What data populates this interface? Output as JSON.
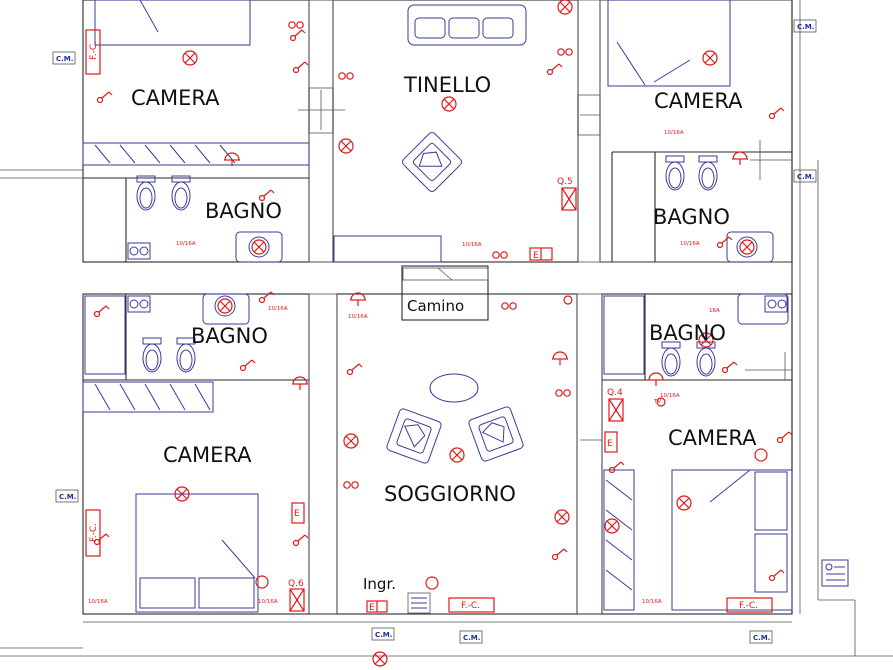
{
  "rooms": {
    "camera_top_left": "CAMERA",
    "tinello": "TINELLO",
    "camera_top_right": "CAMERA",
    "bagno_top_left": "BAGNO",
    "bagno_top_right": "BAGNO",
    "camino": "Camino",
    "bagno_mid_left": "BAGNO",
    "bagno_mid_right": "BAGNO",
    "camera_bottom_left": "CAMERA",
    "soggiorno": "SOGGIORNO",
    "camera_bottom_right": "CAMERA",
    "ingresso": "Ingr."
  },
  "symbols": {
    "fc_label": "F.-C.",
    "cm_label": "C.M.",
    "q5": "Q.5",
    "q4": "Q.4",
    "q6": "Q.6",
    "ex_label": "E",
    "socket_label": "10/16A",
    "socket_label_alt": "16A",
    "tv_label": "TV"
  },
  "colors": {
    "walls": "#2b2b2b",
    "furniture": "#3b3b9a",
    "electrical": "#e01818",
    "labels": "#111111"
  }
}
